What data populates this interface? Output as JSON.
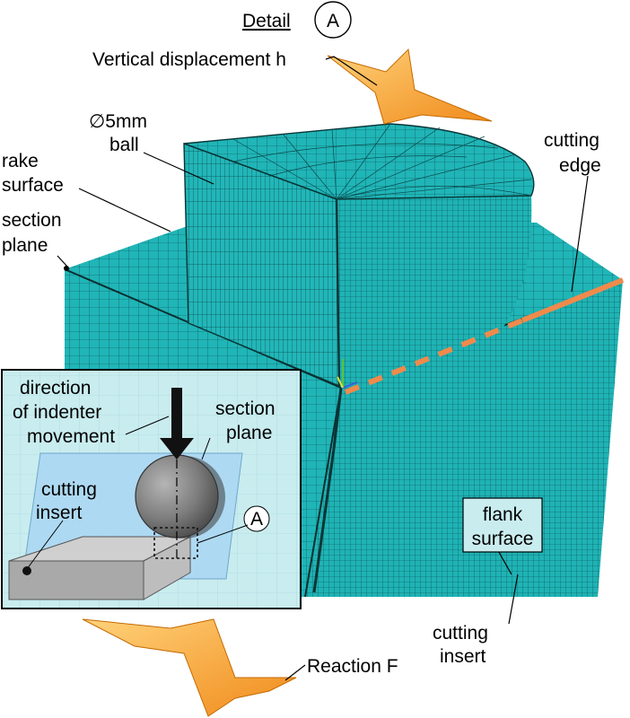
{
  "title": {
    "word": "Detail",
    "marker": "A"
  },
  "labels": {
    "vertical_displacement": "Vertical displacement h",
    "ball_line1": "∅5mm",
    "ball_line2": "ball",
    "cutting_edge_line1": "cutting",
    "cutting_edge_line2": "edge",
    "rake_line1": "rake",
    "rake_line2": "surface",
    "section_line1": "section",
    "section_line2": "plane",
    "flank_line1": "flank",
    "flank_line2": "surface",
    "insert_line1": "cutting",
    "insert_line2": "insert",
    "reaction": "Reaction F"
  },
  "inset": {
    "direction_line1": "direction",
    "direction_line2": "of indenter",
    "direction_line3": "movement",
    "section_line1": "section",
    "section_line2": "plane",
    "insert_line1": "cutting",
    "insert_line2": "insert",
    "marker": "A"
  },
  "colors": {
    "mesh": "#1fb3b5",
    "mesh_line": "#0b4a4c",
    "cutting_edge": "#f08a4b",
    "arrow": "#f5a623",
    "plane": "#a9d6f2"
  }
}
